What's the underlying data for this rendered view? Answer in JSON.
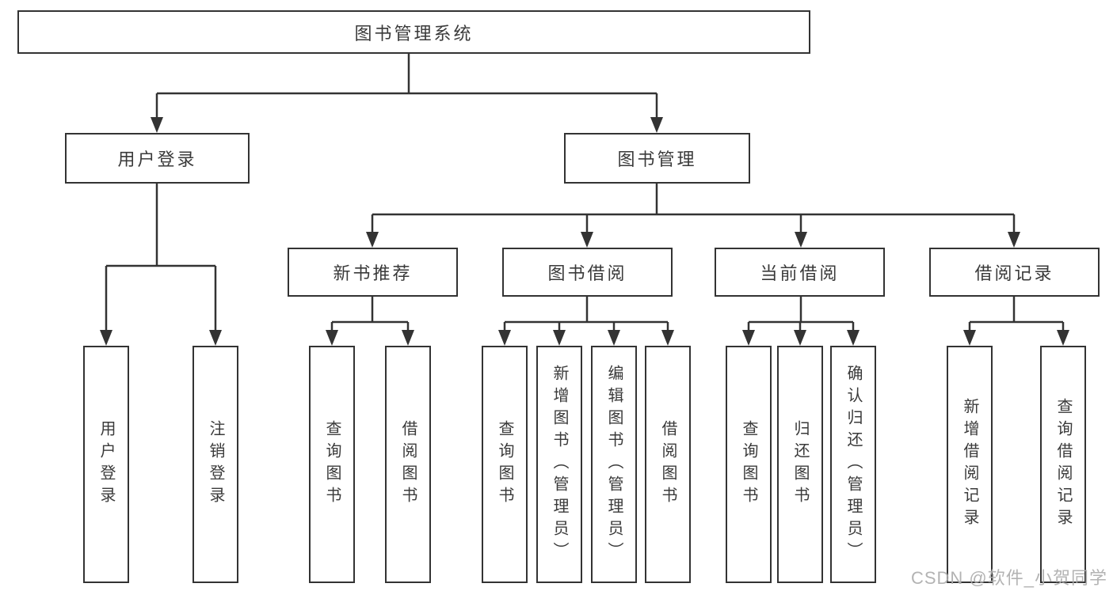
{
  "tree": {
    "label": "图书管理系统",
    "children": [
      {
        "label": "用户登录",
        "children": [
          {
            "label": "用户登录"
          },
          {
            "label": "注销登录"
          }
        ]
      },
      {
        "label": "图书管理",
        "children": [
          {
            "label": "新书推荐",
            "children": [
              {
                "label": "查询图书"
              },
              {
                "label": "借阅图书"
              }
            ]
          },
          {
            "label": "图书借阅",
            "children": [
              {
                "label": "查询图书"
              },
              {
                "label": "新增图书（管理员）"
              },
              {
                "label": "编辑图书（管理员）"
              },
              {
                "label": "借阅图书"
              }
            ]
          },
          {
            "label": "当前借阅",
            "children": [
              {
                "label": "查询图书"
              },
              {
                "label": "归还图书"
              },
              {
                "label": "确认归还（管理员）"
              }
            ]
          },
          {
            "label": "借阅记录",
            "children": [
              {
                "label": "新增借阅记录"
              },
              {
                "label": "查询借阅记录"
              }
            ]
          }
        ]
      }
    ]
  },
  "watermark": {
    "text": "CSDN @软件_小贺同学"
  },
  "colors": {
    "line": "#333333",
    "box_border": "#333333",
    "text": "#3a3a3a",
    "watermark": "#acacac",
    "background": "#ffffff"
  }
}
